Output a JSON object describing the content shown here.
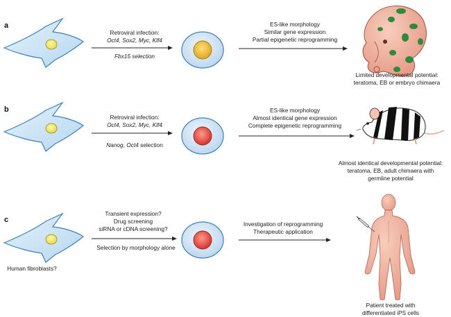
{
  "colors": {
    "cell_body": "#cfe6f7",
    "cell_stroke": "#3e7fb8",
    "nucleus_yellow": "#f3ec7a",
    "ips_nucleus_yellow": "#f1c231",
    "ips_nucleus_red": "#ea4a45",
    "ips_outer": "#d6e7f5",
    "skin": "#f2b2a0",
    "arrow": "#222222"
  },
  "panels": [
    {
      "letter": "a",
      "step1": {
        "line1": "Retroviral infection:",
        "factors": [
          "Oct4",
          "Sox2",
          "Myc",
          "Klf4"
        ],
        "selection": "Fbx15 selection"
      },
      "step2": [
        "ES-like morphology",
        "Similar gene expression",
        "Partial epigenetic reprogramming"
      ],
      "outcome": [
        "Limited developmental potential:",
        "teratoma, EB or embryo chimaera"
      ]
    },
    {
      "letter": "b",
      "step1": {
        "line1": "Retroviral infection:",
        "factors": [
          "Oct4",
          "Sox2",
          "Myc",
          "Klf4"
        ],
        "selection_genes": [
          "Nanog",
          "Oct4"
        ],
        "selection_suffix": "selection"
      },
      "step2": [
        "ES-like morphology",
        "Almost identical gene expression",
        "Complete epigenetic reprogramming"
      ],
      "outcome": [
        "Almost identical developmental potential:",
        "teratoma, EB, adult chimaera with",
        "germline potential"
      ]
    },
    {
      "letter": "c",
      "step1": {
        "lines": [
          "Transient expression?",
          "Drug screening",
          "siRNA or cDNA screening?"
        ],
        "selection": "Selection by morphology alone"
      },
      "step2": [
        "Investigation of reprogramming",
        "Therapeutic application"
      ],
      "source_label": "Human fibroblasts?",
      "outcome": [
        "Patient treated with",
        "differentiated iPS cells"
      ]
    }
  ]
}
